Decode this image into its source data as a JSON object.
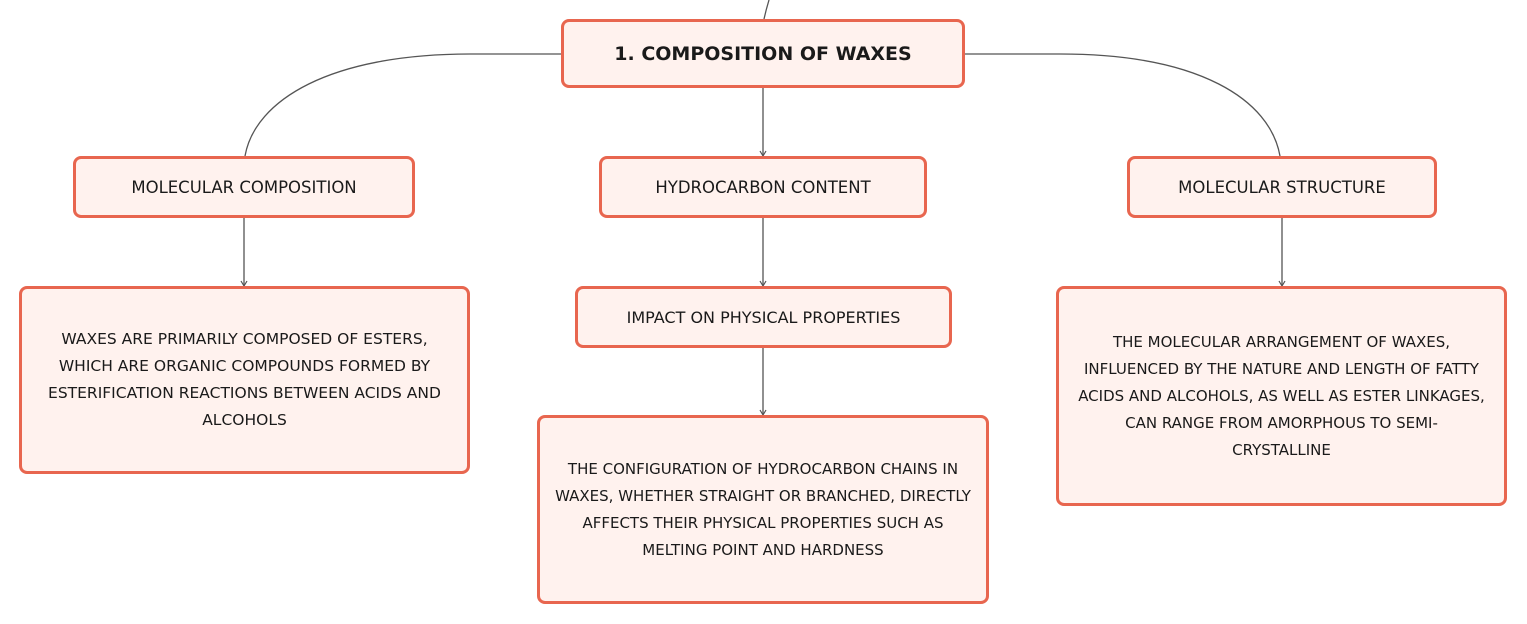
{
  "diagram": {
    "root": {
      "label": "1. Composition of Waxes"
    },
    "branches": [
      {
        "label": "Molecular Composition",
        "detail": "Waxes are primarily composed of esters, which are organic compounds formed by esterification reactions between acids and alcohols"
      },
      {
        "label": "Hydrocarbon Content",
        "sub_label": "Impact on Physical Properties",
        "detail": "The configuration of hydrocarbon chains in waxes, whether straight or branched, directly affects their physical properties such as melting point and hardness"
      },
      {
        "label": "Molecular Structure",
        "detail": "The molecular arrangement of waxes, influenced by the nature and length of fatty acids and alcohols, as well as ester linkages, can range from amorphous to semi-crystalline"
      }
    ],
    "colors": {
      "node_border": "#e8664f",
      "node_fill": "#fff2ee",
      "connector": "#555555",
      "text": "#1a1a1a"
    }
  }
}
